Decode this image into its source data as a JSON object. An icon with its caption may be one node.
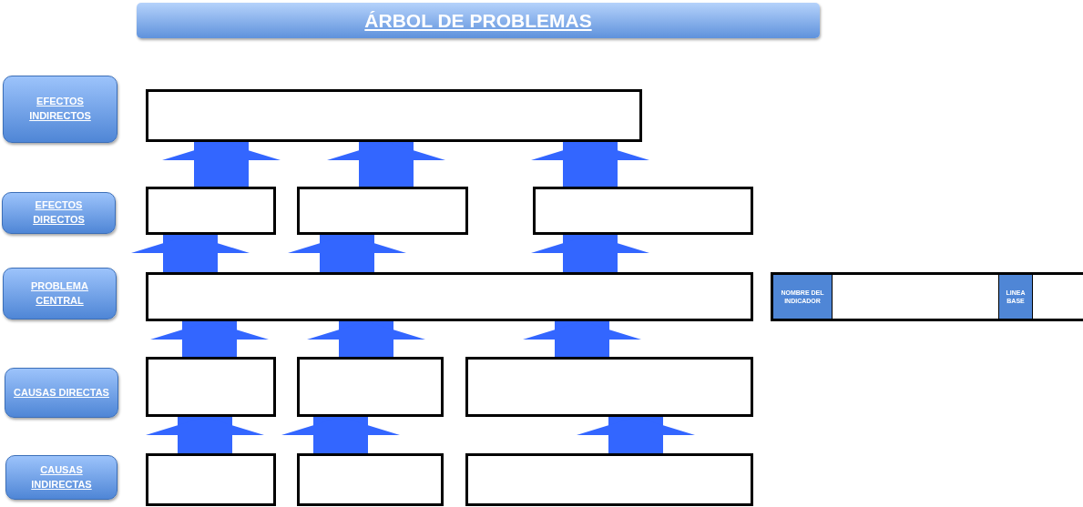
{
  "diagram": {
    "title": "ÁRBOL DE PROBLEMAS",
    "nodes": [
      {
        "text": [
          "EFECTOS INDIRECTOS"
        ]
      },
      {
        "text": [],
        "shape": "box"
      },
      {
        "text": [
          "EFECTOS DIRECTOS"
        ]
      },
      {
        "text": [],
        "shape": "box"
      },
      {
        "text": [],
        "shape": "box"
      },
      {
        "text": [],
        "shape": "box"
      },
      {
        "text": [
          "PROBLEMA CENTRAL"
        ]
      },
      {
        "text": [],
        "shape": "box"
      },
      {
        "text": [],
        "shape": "box"
      },
      {
        "text": [
          "NOMBRE DEL INDICADOR"
        ],
        "in": 8
      },
      {
        "text": [],
        "shape": "box",
        "in": 8
      },
      {
        "text": [
          "LINEA BASE"
        ],
        "in": 8
      },
      {
        "text": [],
        "shape": "box",
        "in": 8
      },
      {
        "text": [
          "CAUSAS DIRECTAS"
        ]
      },
      {
        "text": [],
        "shape": "box"
      },
      {
        "text": [],
        "shape": "box"
      },
      {
        "text": [],
        "shape": "box"
      },
      {
        "text": [
          "CAUSAS INDIRECTAS"
        ]
      },
      {
        "text": [],
        "shape": "box"
      },
      {
        "text": [],
        "shape": "box"
      },
      {
        "text": [],
        "shape": "box"
      }
    ],
    "edges": [
      {
        "from": 3,
        "to": 1,
        "arrow": "to"
      },
      {
        "from": 4,
        "to": 1,
        "arrow": "to"
      },
      {
        "from": 5,
        "to": 1,
        "arrow": "to"
      },
      {
        "from": 7,
        "to": 3,
        "arrow": "to"
      },
      {
        "from": 7,
        "to": 4,
        "arrow": "to"
      },
      {
        "from": 7,
        "to": 5,
        "arrow": "to"
      },
      {
        "from": 14,
        "to": 7,
        "arrow": "to"
      },
      {
        "from": 15,
        "to": 7,
        "arrow": "to"
      },
      {
        "from": 16,
        "to": 7,
        "arrow": "to"
      },
      {
        "from": 18,
        "to": 14,
        "arrow": "to"
      },
      {
        "from": 19,
        "to": 15,
        "arrow": "to"
      },
      {
        "from": 20,
        "to": 16,
        "arrow": "to"
      }
    ]
  }
}
